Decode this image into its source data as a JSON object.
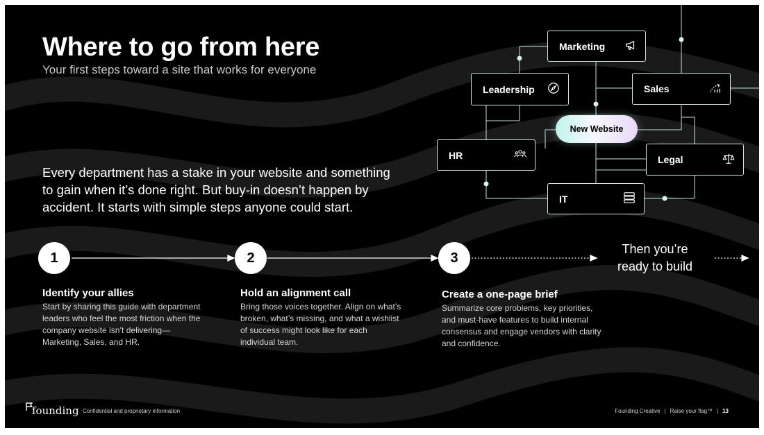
{
  "header": {
    "title": "Where to go from here",
    "subtitle": "Your first steps toward a site that works for everyone"
  },
  "intro": "Every department has a stake in your website and something to gain when it’s done right. But buy-in doesn’t happen by accident. It starts with simple steps anyone could start.",
  "network": {
    "center": "New Website",
    "nodes": {
      "marketing": {
        "label": "Marketing",
        "icon": "megaphone-icon"
      },
      "leadership": {
        "label": "Leadership",
        "icon": "compass-icon"
      },
      "sales": {
        "label": "Sales",
        "icon": "growth-chart-icon"
      },
      "hr": {
        "label": "HR",
        "icon": "people-icon"
      },
      "legal": {
        "label": "Legal",
        "icon": "scales-icon"
      },
      "it": {
        "label": "IT",
        "icon": "server-icon"
      }
    }
  },
  "steps": [
    {
      "number": "1",
      "title": "Identify your allies",
      "description": "Start by sharing this guide with department leaders who feel the most friction when the company website isn’t delivering—Marketing, Sales, and HR."
    },
    {
      "number": "2",
      "title": "Hold an alignment call",
      "description": "Bring those voices together. Align on what’s broken, what’s missing, and what a wishlist of success might look like for each individual team."
    },
    {
      "number": "3",
      "title": "Create a one-page brief",
      "description": "Summarize core problems, key priorities, and must-have features to build internal consensus and engage vendors with clarity and confidence."
    }
  ],
  "final_step": "Then you’re ready to build",
  "footer": {
    "brand": "founding",
    "confidential": "Confidential and proprietary information",
    "company": "Founding Creative",
    "separator": "|",
    "tagline": "Raise your flag™",
    "page_number": "13"
  }
}
